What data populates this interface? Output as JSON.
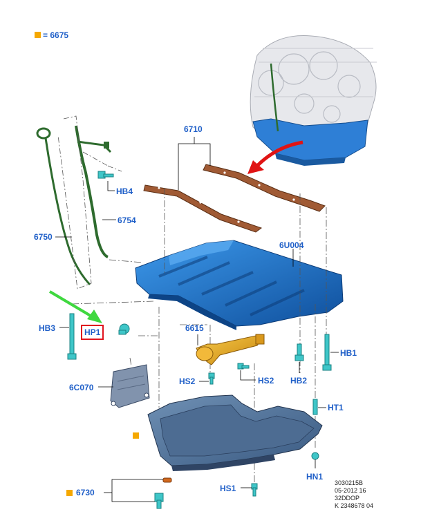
{
  "legend": {
    "marker_color": "#f5a800",
    "text": "= 6675"
  },
  "labels": {
    "l6710": "6710",
    "l6U004": "6U004",
    "lHB4": "HB4",
    "l6754": "6754",
    "l6750": "6750",
    "lHB3": "HB3",
    "lHP1": "HP1",
    "l6615": "6615",
    "lHB1": "HB1",
    "l6C070": "6C070",
    "lHS2a": "HS2",
    "lHS2b": "HS2",
    "lHB2": "HB2",
    "lHT1": "HT1",
    "lHN1": "HN1",
    "l6730": "6730",
    "lHS1": "HS1"
  },
  "reference": {
    "line1": "3030215B",
    "line2": "05-2012 16",
    "line3": "32DDOP",
    "line4": "K 2348678 04"
  },
  "colors": {
    "label_blue": "#1f5fc8",
    "part_blue": "#1c73c8",
    "part_teal": "#3fc6c8",
    "gasket_brown": "#a05a34",
    "pickup_orange": "#e2a21c",
    "dipstick_green": "#2e6b2e",
    "arrow_red": "#e01414",
    "arrow_green": "#3fd83f",
    "highlight_red": "#e0141e"
  }
}
